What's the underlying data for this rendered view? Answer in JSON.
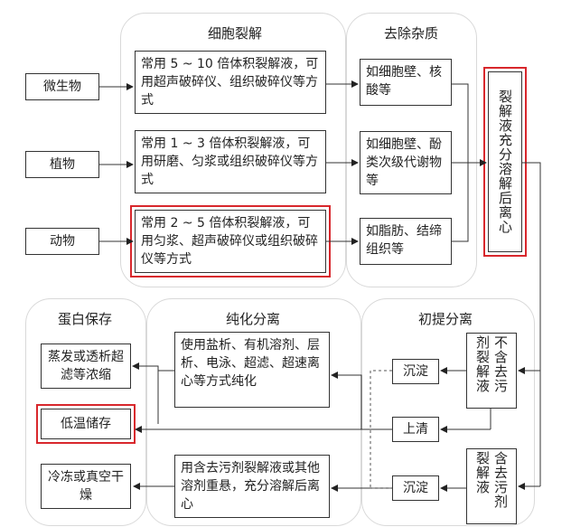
{
  "panels": {
    "lysis": "细胞裂解",
    "remove": "去除杂质",
    "storage": "蛋白保存",
    "purify": "纯化分离",
    "initial": "初提分离"
  },
  "sources": [
    "微生物",
    "植物",
    "动物"
  ],
  "lysis_methods": [
    "常用 5 ~ 10 倍体积裂解液，可用超声破碎仪、组织破碎仪等方式",
    "常用 1 ~ 3 倍体积裂解液，可用研磨、匀浆或组织破碎仪等方式",
    "常用 2 ~ 5 倍体积裂解液，可用匀浆、超声破碎仪或组织破碎仪等方式"
  ],
  "impurities": [
    "如细胞壁、核酸等",
    "如细胞壁、酚类次级代谢物等",
    "如脂肪、结缔组织等"
  ],
  "centrifuge": "裂解液充分溶解后离心",
  "buffer_no_detergent": "不含去污剂裂解液",
  "buffer_detergent": "含去污剂裂解液",
  "sediment_top": "沉淀",
  "supernatant": "上清",
  "sediment_bottom": "沉淀",
  "purify_methods": "使用盐析、有机溶剂、层析、电泳、超滤、超速离心等方式纯化",
  "resuspend": "用含去污剂裂解液或其他溶剂重悬，充分溶解后离心",
  "storage_items": [
    "蒸发或透析超滤等浓缩",
    "低温储存",
    "冷冻或真空干燥"
  ]
}
